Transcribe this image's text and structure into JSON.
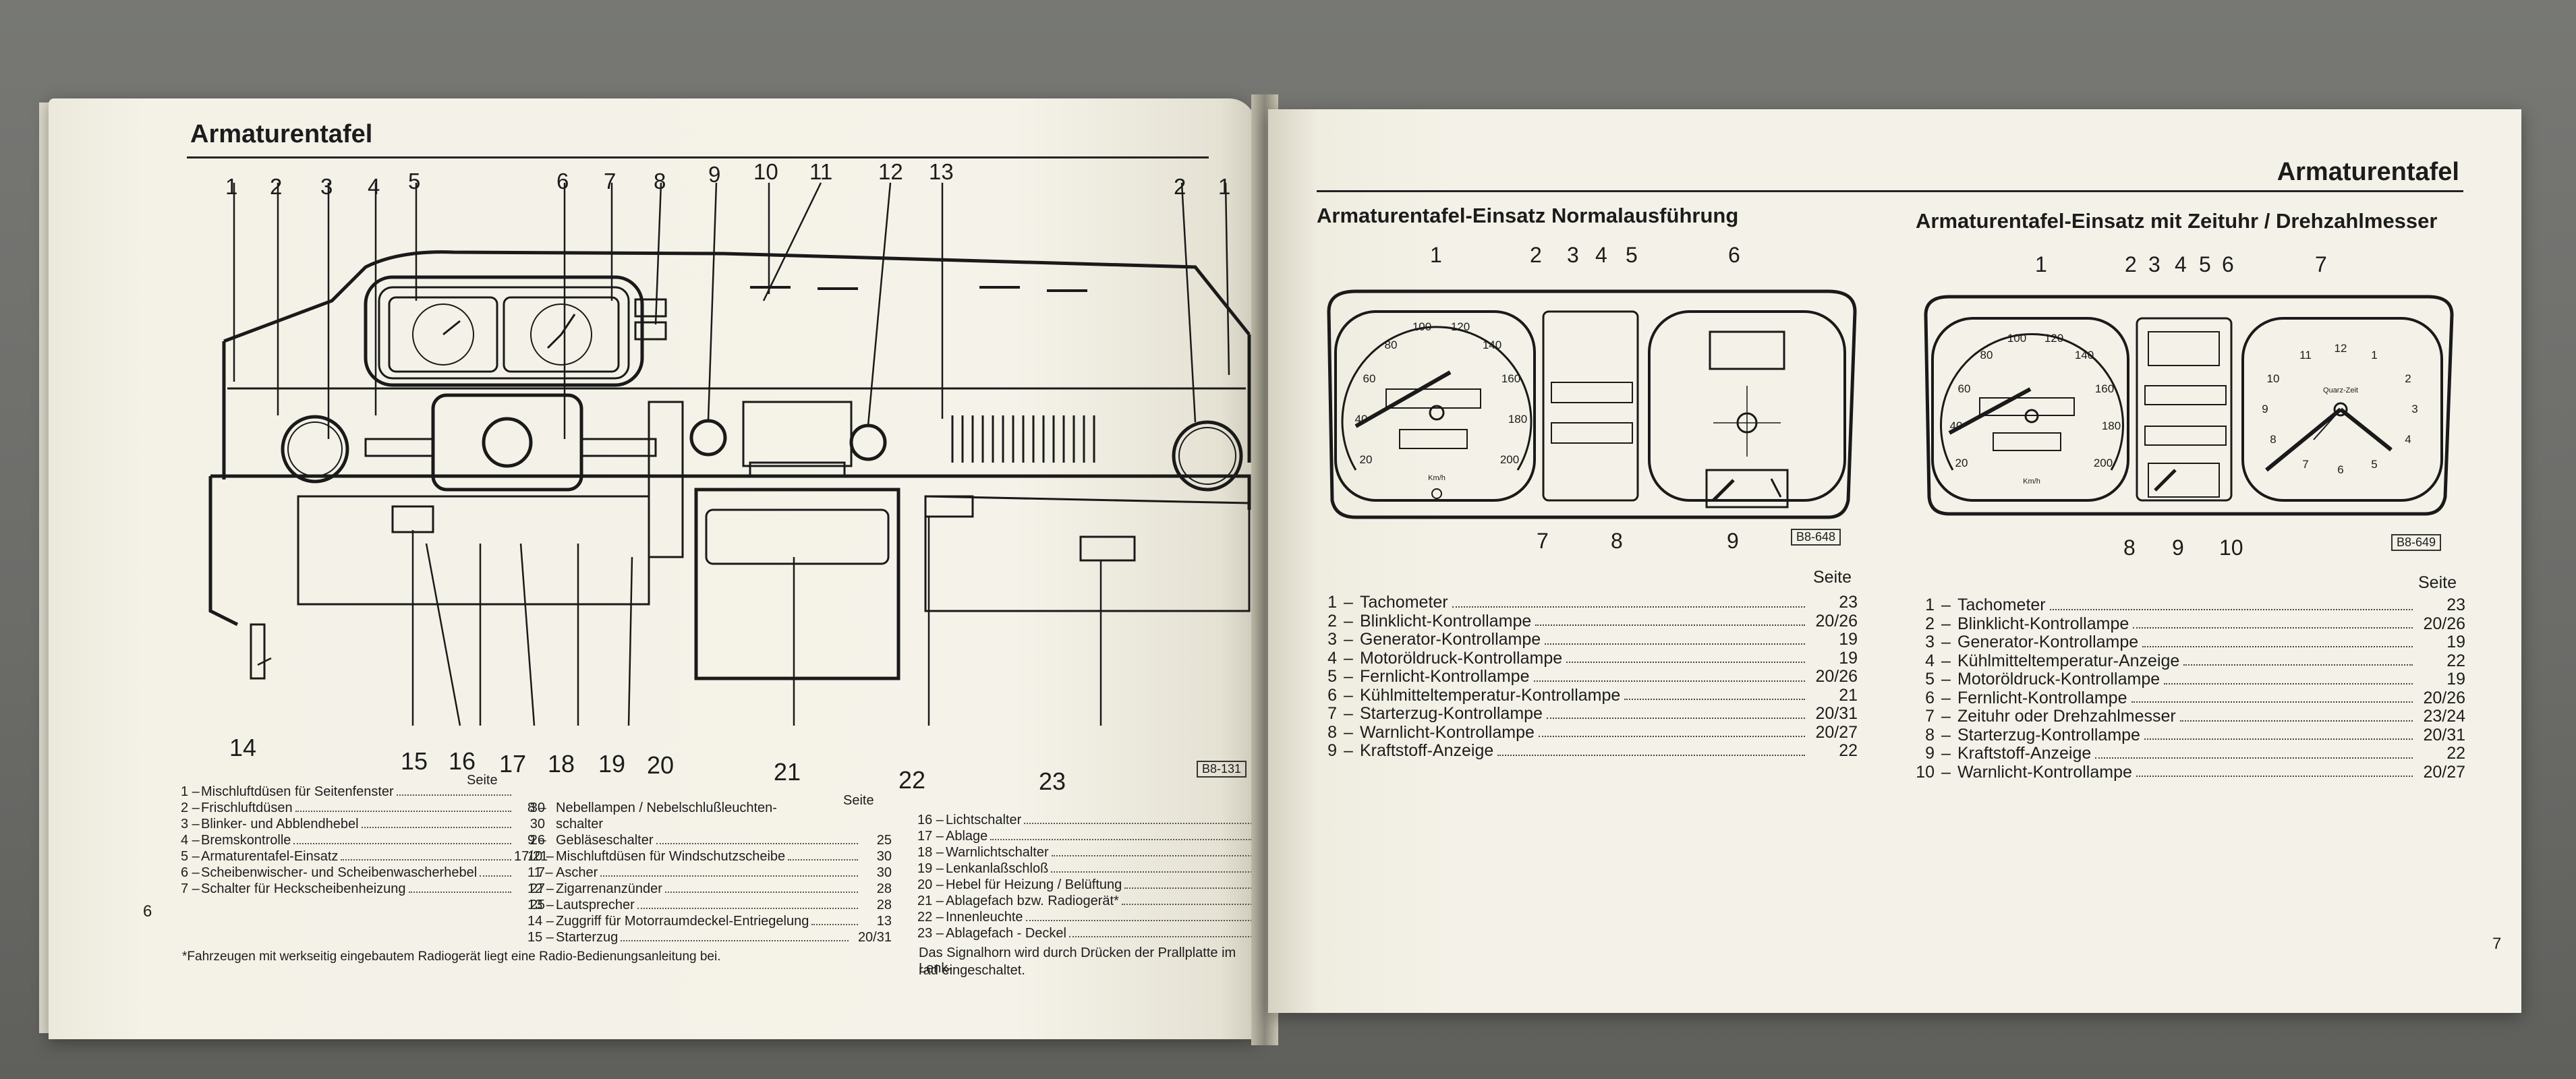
{
  "left_page": {
    "title": "Armaturentafel",
    "top_callouts": [
      "1",
      "2",
      "3",
      "4",
      "5",
      "6",
      "7",
      "8",
      "9",
      "10",
      "11",
      "12",
      "13",
      "2",
      "1"
    ],
    "bottom_callouts": [
      "14",
      "15",
      "16",
      "17",
      "18",
      "19",
      "20",
      "21",
      "22",
      "23"
    ],
    "diagram_code": "B8-131",
    "seite_label_1": "Seite",
    "seite_label_2": "Seite",
    "col1": [
      {
        "num": "1 –",
        "label": "Mischluftdüsen für Seitenfenster",
        "page": ""
      },
      {
        "num": "2 –",
        "label": "Frischluftdüsen",
        "page": "30"
      },
      {
        "num": "3 –",
        "label": "Blinker- und Abblendhebel",
        "page": "30"
      },
      {
        "num": "4 –",
        "label": "Bremskontrolle",
        "page": "26"
      },
      {
        "num": "5 –",
        "label": "Armaturentafel-Einsatz",
        "page": "17/21"
      },
      {
        "num": "6 –",
        "label": "Scheibenwischer- und Scheibenwascherhebel",
        "page": "7"
      },
      {
        "num": "7 –",
        "label": "Schalter für Heckscheibenheizung",
        "page": "27"
      },
      {
        "num": "",
        "label": "",
        "page": "25"
      }
    ],
    "col2": [
      {
        "num": "8 –",
        "label": "Nebellampen / Nebelschlußleuchten-",
        "page": ""
      },
      {
        "num": "",
        "label": "schalter",
        "page": ""
      },
      {
        "num": "9 –",
        "label": "Gebläseschalter",
        "page": "25"
      },
      {
        "num": "10 –",
        "label": "Mischluftdüsen für Windschutzscheibe",
        "page": "30"
      },
      {
        "num": "11 –",
        "label": "Ascher",
        "page": "30"
      },
      {
        "num": "12 –",
        "label": "Zigarrenanzünder",
        "page": "28"
      },
      {
        "num": "13 –",
        "label": "Lautsprecher",
        "page": "28"
      },
      {
        "num": "14 –",
        "label": "Zuggriff für Motorraumdeckel-Entriegelung",
        "page": "13"
      },
      {
        "num": "15 –",
        "label": "Starterzug",
        "page": "20/31"
      }
    ],
    "col3": [
      {
        "num": "16 –",
        "label": "Lichtschalter",
        "page": ""
      },
      {
        "num": "17 –",
        "label": "Ablage",
        "page": ""
      },
      {
        "num": "18 –",
        "label": "Warnlichtschalter",
        "page": ""
      },
      {
        "num": "19 –",
        "label": "Lenkanlaßschloß",
        "page": ""
      },
      {
        "num": "20 –",
        "label": "Hebel für Heizung / Belüftung",
        "page": ""
      },
      {
        "num": "21 –",
        "label": "Ablagefach bzw. Radiogerät*",
        "page": ""
      },
      {
        "num": "22 –",
        "label": "Innenleuchte",
        "page": ""
      },
      {
        "num": "23 –",
        "label": "Ablagefach - Deckel",
        "page": ""
      }
    ],
    "footnote": "*Fahrzeugen mit werkseitig eingebautem Radiogerät liegt eine Radio-Bedienungsanleitung bei.",
    "horn_note_1": "Das Signalhorn wird durch Drücken der Prallplatte im Lenk-",
    "horn_note_2": "rad eingeschaltet.",
    "page_number": "6"
  },
  "right_page": {
    "title": "Armaturentafel",
    "sub1": "Armaturentafel-Einsatz Normalausführung",
    "sub2": "Armaturentafel-Einsatz mit Zeituhr / Drehzahlmesser",
    "code1": "B8-648",
    "code2": "B8-649",
    "seite1": "Seite",
    "seite2": "Seite",
    "cluster1_top": [
      "1",
      "2",
      "3",
      "4",
      "5",
      "6"
    ],
    "cluster1_bottom": [
      "7",
      "8",
      "9"
    ],
    "cluster2_top": [
      "1",
      "2",
      "3",
      "4",
      "5",
      "6",
      "7"
    ],
    "cluster2_bottom": [
      "8",
      "9",
      "10"
    ],
    "speed_ticks": [
      "20",
      "40",
      "60",
      "80",
      "100",
      "120",
      "140",
      "160",
      "180",
      "200"
    ],
    "speed_unit": "Km/h",
    "clock_label": "Quarz-Zeit",
    "clock_numbers": [
      "12",
      "1",
      "2",
      "3",
      "4",
      "5",
      "6",
      "7",
      "8",
      "9",
      "10",
      "11"
    ],
    "legend1": [
      {
        "num": "1",
        "label": "Tachometer",
        "page": "23"
      },
      {
        "num": "2",
        "label": "Blinklicht-Kontrollampe",
        "page": "20/26"
      },
      {
        "num": "3",
        "label": "Generator-Kontrollampe",
        "page": "19"
      },
      {
        "num": "4",
        "label": "Motoröldruck-Kontrollampe",
        "page": "19"
      },
      {
        "num": "5",
        "label": "Fernlicht-Kontrollampe",
        "page": "20/26"
      },
      {
        "num": "6",
        "label": "Kühlmitteltemperatur-Kontrollampe",
        "page": "21"
      },
      {
        "num": "7",
        "label": "Starterzug-Kontrollampe",
        "page": "20/31"
      },
      {
        "num": "8",
        "label": "Warnlicht-Kontrollampe",
        "page": "20/27"
      },
      {
        "num": "9",
        "label": "Kraftstoff-Anzeige",
        "page": "22"
      }
    ],
    "legend2": [
      {
        "num": "1",
        "label": "Tachometer",
        "page": "23"
      },
      {
        "num": "2",
        "label": "Blinklicht-Kontrollampe",
        "page": "20/26"
      },
      {
        "num": "3",
        "label": "Generator-Kontrollampe",
        "page": "19"
      },
      {
        "num": "4",
        "label": "Kühlmitteltemperatur-Anzeige",
        "page": "22"
      },
      {
        "num": "5",
        "label": "Motoröldruck-Kontrollampe",
        "page": "19"
      },
      {
        "num": "6",
        "label": "Fernlicht-Kontrollampe",
        "page": "20/26"
      },
      {
        "num": "7",
        "label": "Zeituhr oder Drehzahlmesser",
        "page": "23/24"
      },
      {
        "num": "8",
        "label": "Starterzug-Kontrollampe",
        "page": "20/31"
      },
      {
        "num": "9",
        "label": "Kraftstoff-Anzeige",
        "page": "22"
      },
      {
        "num": "10",
        "label": "Warnlicht-Kontrollampe",
        "page": "20/27"
      }
    ],
    "dash": "–",
    "page_number": "7"
  }
}
